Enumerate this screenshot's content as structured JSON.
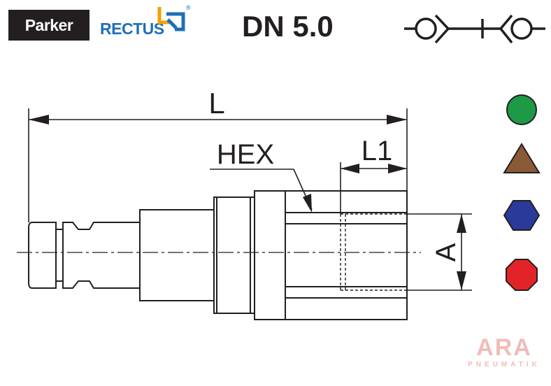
{
  "header": {
    "brand": "Parker",
    "product_line": "RECTUS",
    "registered_mark": "®",
    "size_label": "DN 5.0"
  },
  "drawing": {
    "dimension_labels": {
      "length": "L",
      "thread_length": "L1",
      "hex": "HEX",
      "thread": "A"
    }
  },
  "legend": {
    "shapes": [
      {
        "name": "circle",
        "color": "#1e9a46"
      },
      {
        "name": "triangle",
        "color": "#8a5a36"
      },
      {
        "name": "hexagon",
        "color": "#2a3a9a"
      },
      {
        "name": "octagon",
        "color": "#e22428"
      }
    ]
  },
  "watermark": {
    "main": "ARA",
    "sub": "PNEUMATIK"
  }
}
